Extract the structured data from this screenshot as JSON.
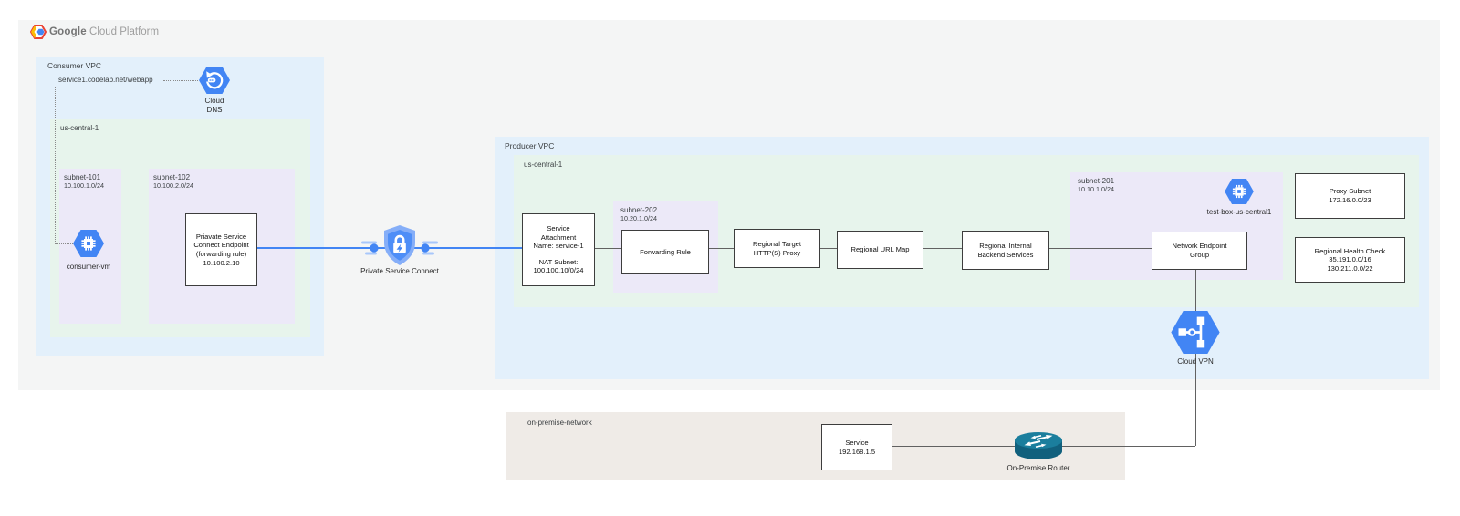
{
  "logo": {
    "brand": "Google",
    "product": "Cloud Platform"
  },
  "consumer": {
    "title": "Consumer VPC",
    "dns_record": "service1.codelab.net/webapp",
    "cloud_dns_label": "Cloud\nDNS",
    "region": "us-central-1",
    "subnet101_name": "subnet-101",
    "subnet101_cidr": "10.100.1.0/24",
    "subnet102_name": "subnet-102",
    "subnet102_cidr": "10.100.2.0/24",
    "vm_label": "consumer-vm",
    "endpoint_text": "Priavate Service\nConnect Endpoint\n(forwarding rule)\n10.100.2.10"
  },
  "psc_label": "Private Service Connect",
  "producer": {
    "title": "Producer VPC",
    "region": "us-central-1",
    "service_attachment_text": "Service\nAttachment\nName: service-1\n\nNAT Subnet:\n100.100.10/0/24",
    "subnet202_name": "subnet-202",
    "subnet202_cidr": "10.20.1.0/24",
    "forwarding_rule": "Forwarding Rule",
    "target_proxy_text": "Regional Target\nHTTP(S) Proxy",
    "url_map": "Regional URL Map",
    "backend_services_text": "Regional Internal\nBackend Services",
    "subnet201_name": "subnet-201",
    "subnet201_cidr": "10.10.1.0/24",
    "test_vm_label": "test-box-us-central1",
    "neg_text": "Network Endpoint\nGroup",
    "proxy_subnet_text": "Proxy Subnet\n172.16.0.0/23",
    "health_check_text": "Regional Health Check\n35.191.0.0/16\n130.211.0.0/22",
    "vpn_label": "Cloud VPN"
  },
  "on_premise": {
    "title": "on-premise-network",
    "service_text": "Service\n192.168.1.5",
    "router_label": "On-Premise Router"
  },
  "colors": {
    "canvas_fill": "#f4f5f5",
    "vpc_fill": "#e3f0fb",
    "region_fill": "#e7f4ec",
    "subnet_fill": "#ece9f8",
    "on_premise_fill": "#efebe7",
    "icon_blue": "#4285f4",
    "link_blue": "#4285f4",
    "line_gray": "#616161",
    "router_teal": "#13708e"
  }
}
